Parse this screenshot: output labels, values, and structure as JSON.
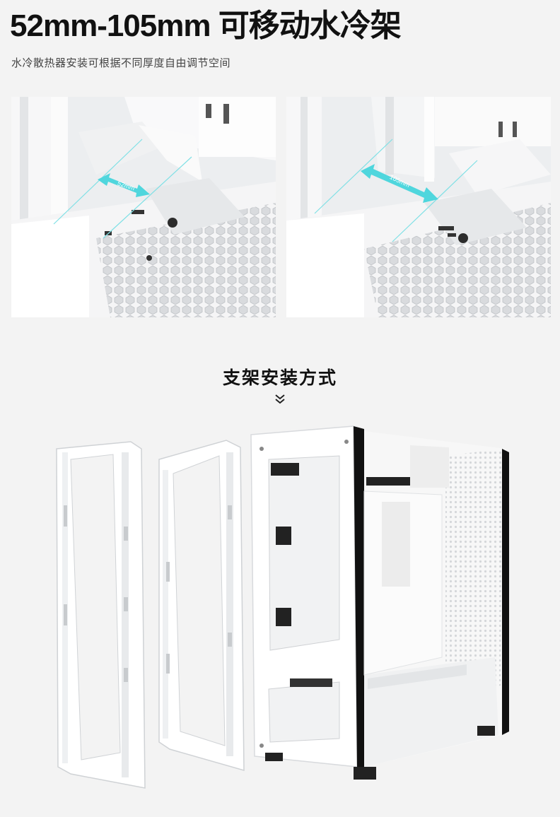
{
  "header": {
    "title": "52mm-105mm 可移动水冷架",
    "subtitle": "水冷散热器安装可根据不同厚度自由调节空间"
  },
  "photos": [
    {
      "label": "52mm"
    },
    {
      "label": "105mm"
    }
  ],
  "install": {
    "title": "支架安装方式",
    "icon": "double-chevron-down-icon"
  },
  "colors": {
    "dimension_arrow": "#4fd6dd",
    "background": "#f3f3f3",
    "case_white": "#ffffff",
    "glass_edge": "#111111"
  }
}
